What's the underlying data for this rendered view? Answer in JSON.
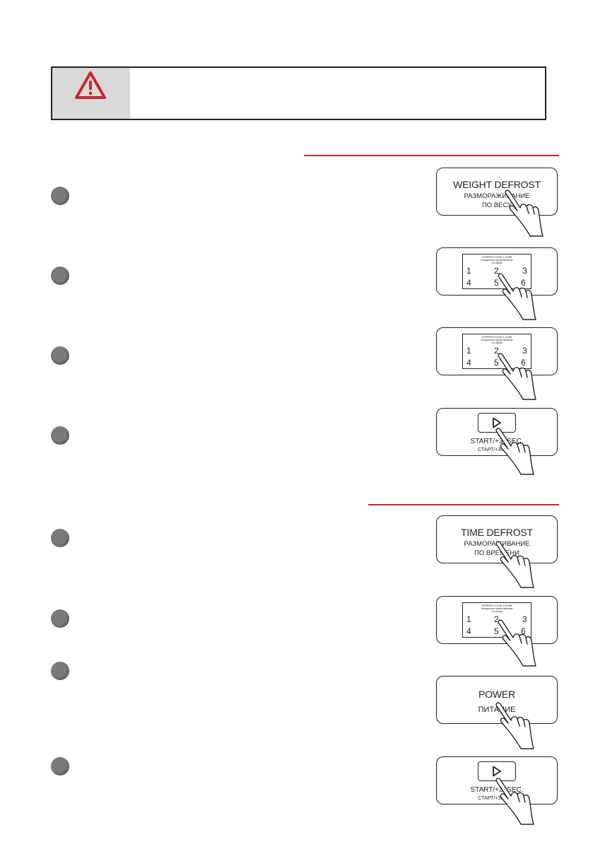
{
  "warning": {
    "icon": "warning-triangle-icon",
    "accent": "#c8262c"
  },
  "section_rule_color": "#c8262c",
  "weight_defrost": {
    "button": {
      "line1": "WEIGHT DEFROST",
      "line2": "РАЗМОРАЖИВАНИЕ",
      "line3": "ПО ВЕСУ"
    },
    "keypad": {
      "caption1": "EXPRESS COOK 1-6 MIN",
      "caption2": "Ускоренное приготовление",
      "caption3": "1-6 минут",
      "keys": [
        "1",
        "2",
        "3",
        "4",
        "5",
        "6"
      ]
    },
    "start": {
      "label1": "START/+30SEC.",
      "label2": "СТАРТ/+30 СЕК."
    }
  },
  "time_defrost": {
    "button": {
      "line1": "TIME DEFROST",
      "line2": "РАЗМОРАЖИВАНИЕ",
      "line3": "ПО ВРЕМЕНИ"
    },
    "keypad": {
      "caption1": "EXPRESS COOK 1-6 MIN",
      "caption2": "Ускоренное приготовление",
      "caption3": "1-6 минут",
      "keys": [
        "1",
        "2",
        "3",
        "4",
        "5",
        "6"
      ]
    },
    "power": {
      "line1": "POWER",
      "line2": "ПИТАНИЕ"
    },
    "start": {
      "label1": "START/+30SEC.",
      "label2": "СТАРТ/+30 СЕК."
    }
  }
}
